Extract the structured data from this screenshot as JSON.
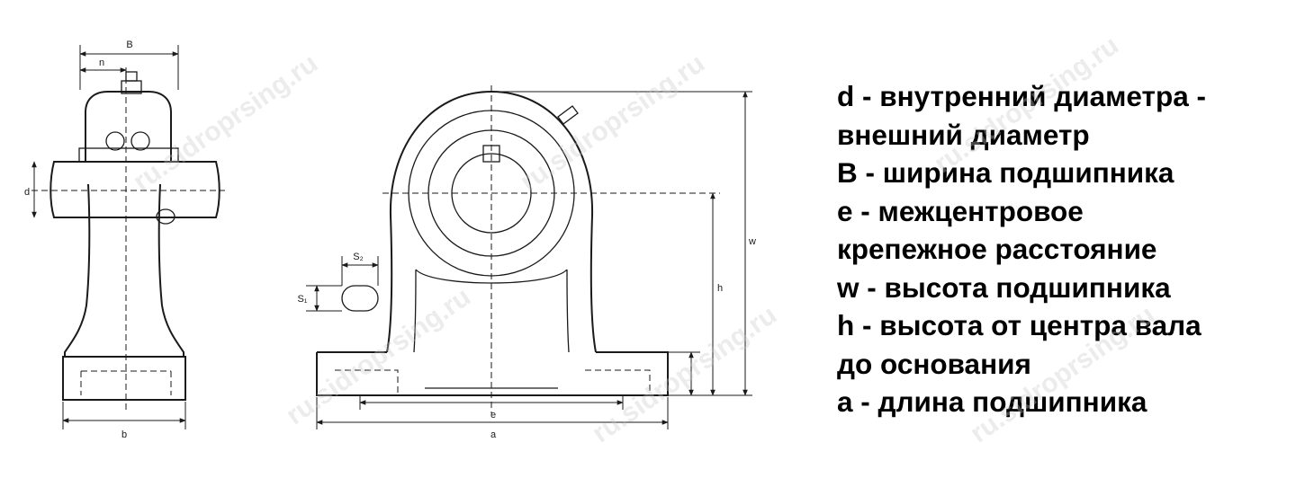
{
  "diagram": {
    "side_view_labels": {
      "B": "B",
      "n": "n",
      "d": "d",
      "b": "b"
    },
    "front_view_labels": {
      "S2": "S₂",
      "S1": "S₁",
      "h": "h",
      "w": "w",
      "e": "e",
      "a": "a"
    }
  },
  "legend": {
    "lines": [
      "d - внутренний диаметра -",
      "внешний диаметр",
      "B - ширина подшипника",
      "e - межцентровое",
      "крепежное расстояние",
      "w - высота подшипника",
      "h - высота от центра вала",
      "до основания",
      "a - длина подшипника"
    ]
  },
  "watermark": {
    "text": "ru.sidroprsing.ru"
  },
  "colors": {
    "ink": "#1a1a1a",
    "background": "#ffffff",
    "watermark": "#c9c9c9"
  }
}
